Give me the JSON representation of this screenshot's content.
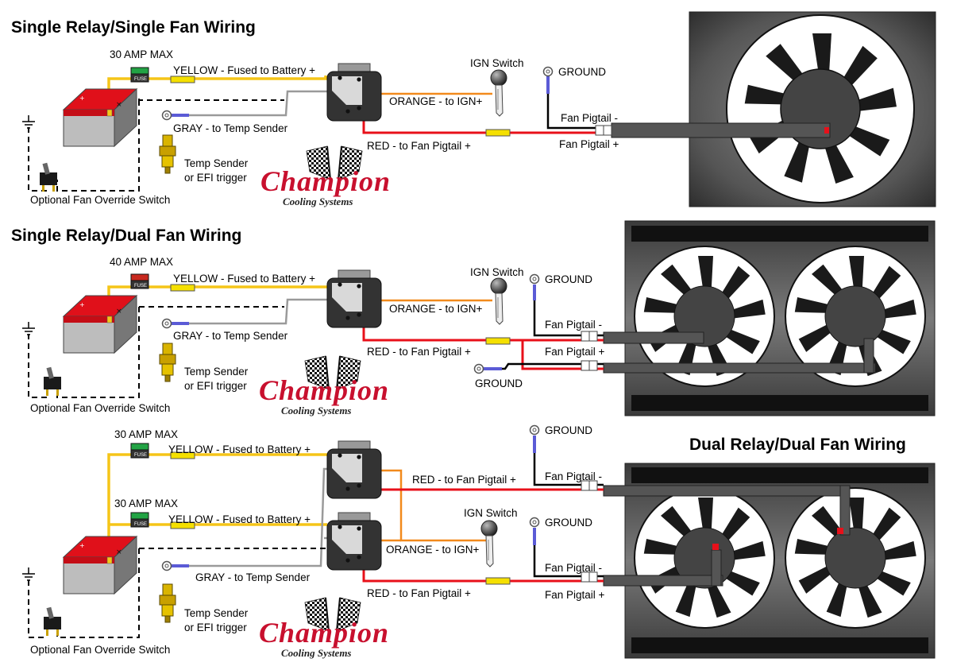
{
  "titles": {
    "single_single": "Single Relay/Single Fan Wiring",
    "single_dual": "Single Relay/Dual Fan Wiring",
    "dual_dual": "Dual Relay/Dual Fan Wiring"
  },
  "labels": {
    "yellow": "YELLOW - Fused to Battery +",
    "orange": "ORANGE - to IGN+",
    "red": "RED - to Fan Pigtail +",
    "gray": "GRAY - to Temp Sender",
    "ign": "IGN Switch",
    "ground": "GROUND",
    "pig_neg": "Fan Pigtail -",
    "pig_pos": "Fan Pigtail +",
    "sender1": "Temp Sender",
    "sender2": "or EFI trigger",
    "override": "Optional Fan Override Switch",
    "fuse_word": "FUSE",
    "amp30": "30 AMP MAX",
    "amp40": "40 AMP MAX"
  },
  "logo": {
    "name": "Champion",
    "sub": "Cooling Systems"
  },
  "colors": {
    "yellow": "#f5c518",
    "orange": "#f28a1c",
    "red": "#e8101a",
    "gray": "#9a9a9a",
    "ground_blue": "#5b5bd6",
    "fuse_green": "#22a344",
    "fuse_red": "#c8291f",
    "battery_red": "#e0101a",
    "logo_red": "#c8102e"
  },
  "icons": [
    "battery-icon",
    "fuse-icon",
    "relay-icon",
    "ignition-key-icon",
    "ring-terminal-icon",
    "temp-sender-icon",
    "toggle-switch-icon",
    "ground-symbol-icon",
    "fan-icon",
    "connector-icon",
    "checkered-flags-icon"
  ]
}
